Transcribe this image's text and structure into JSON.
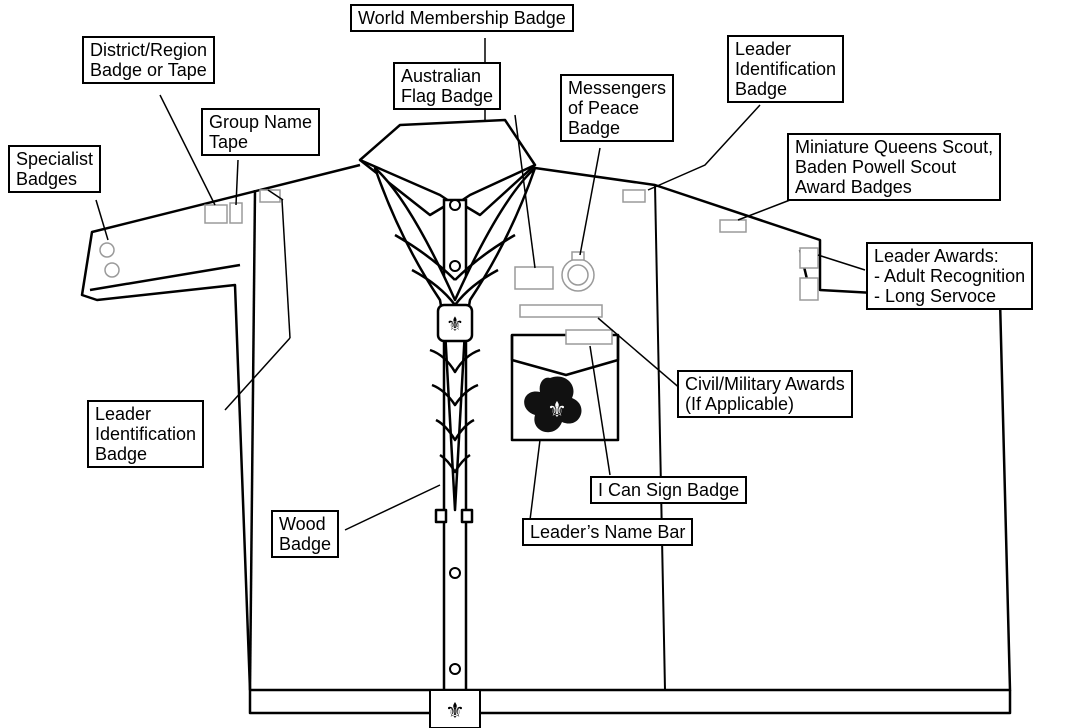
{
  "labels": {
    "world_membership": [
      "World Membership Badge"
    ],
    "district_region": [
      "District/Region",
      "Badge or Tape"
    ],
    "australian_flag": [
      "Australian",
      "Flag Badge"
    ],
    "messengers_peace": [
      "Messengers",
      "of Peace",
      "Badge"
    ],
    "leader_id_right": [
      "Leader",
      "Identification",
      "Badge"
    ],
    "group_name": [
      "Group Name",
      "Tape"
    ],
    "specialist": [
      "Specialist",
      "Badges"
    ],
    "miniature_queens": [
      "Miniature Queens Scout,",
      "Baden Powell Scout",
      "Award Badges"
    ],
    "leader_awards": [
      "Leader Awards:",
      "- Adult Recognition",
      "- Long Servoce"
    ],
    "leader_id_left": [
      "Leader",
      "Identification",
      "Badge"
    ],
    "civil_military": [
      "Civil/Military Awards",
      "(If Applicable)"
    ],
    "i_can_sign": [
      "I Can Sign Badge"
    ],
    "wood_badge": [
      "Wood",
      "Badge"
    ],
    "leaders_name_bar": [
      "Leader’s Name Bar"
    ]
  },
  "colors": {
    "line": "#000000",
    "badge_outline": "#9a9a9a",
    "background": "#ffffff"
  }
}
